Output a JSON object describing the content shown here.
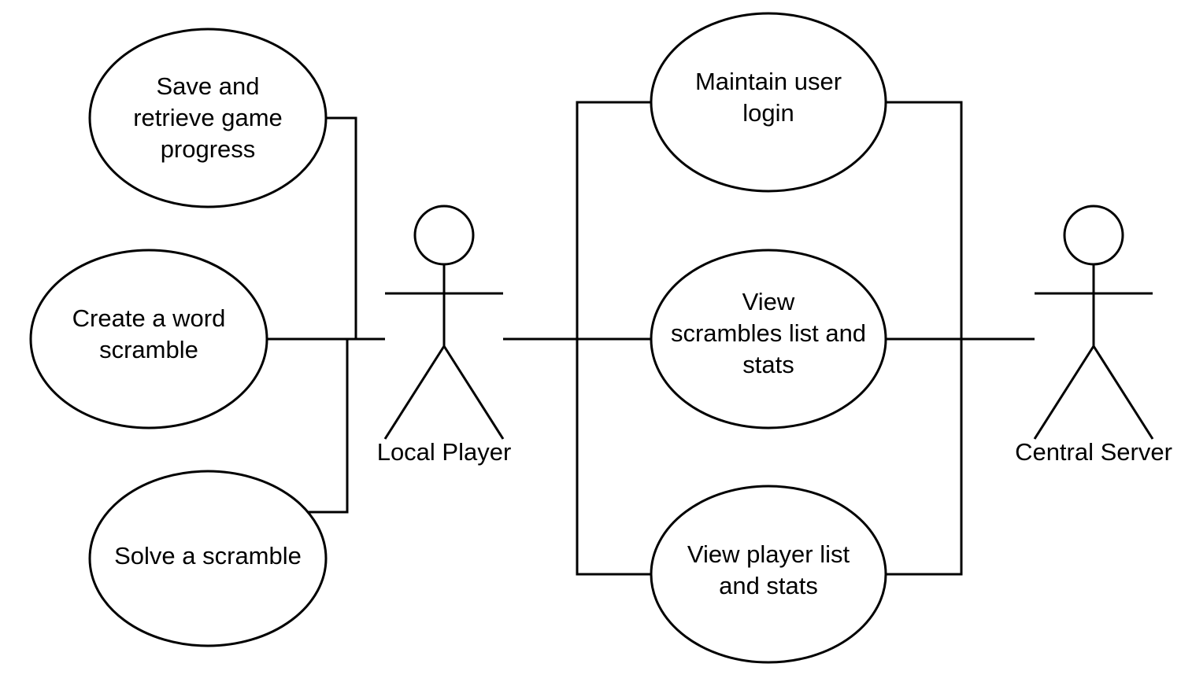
{
  "diagram": {
    "actors": {
      "local_player": "Local Player",
      "central_server": "Central Server"
    },
    "use_cases": {
      "save_retrieve": "Save and\nretrieve game\nprogress",
      "create_scramble": "Create a word\nscramble",
      "solve_scramble": "Solve a scramble",
      "maintain_login": "Maintain user\nlogin",
      "view_scrambles": "View\nscrambles list and\nstats",
      "view_players": "View player list\nand stats"
    },
    "colors": {
      "stroke": "#000000",
      "fill": "#ffffff",
      "background": "#ffffff"
    }
  }
}
